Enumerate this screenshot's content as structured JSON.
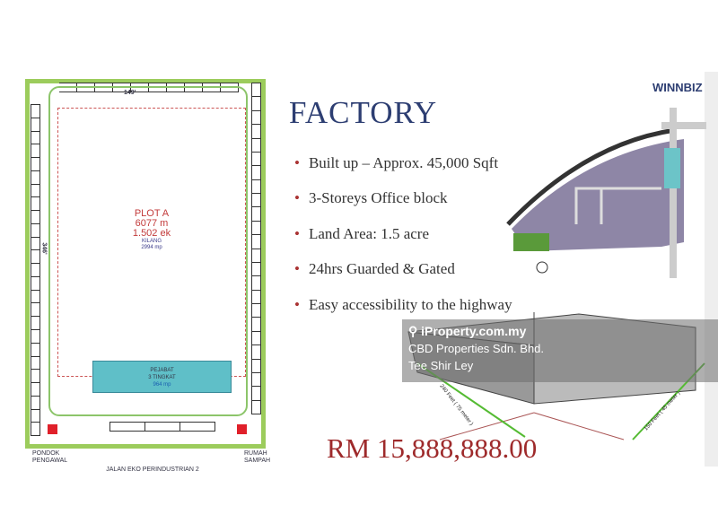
{
  "plan": {
    "plot_title": "PLOT A",
    "plot_area_m": "6077 m",
    "plot_area_ek": "1.502 ek",
    "kilang_label": "KILANG",
    "kilang_area": "2994 mp",
    "office_label": "PEJABAT",
    "office_floors": "3 TINGKAT",
    "office_area": "964 mp",
    "width_dim": "149'",
    "length_dim": "346'",
    "guardhouse": "PONDOK PENGAWAL",
    "refuse": "RUMAH SAMPAH",
    "road": "JALAN EKO PERINDUSTRIAN 2",
    "colors": {
      "border": "#9ccc5c",
      "office": "#5fbfc8",
      "gate": "#e0202a"
    }
  },
  "brand": "WINNBIZ",
  "title": "FACTORY",
  "bullets": [
    "Built up – Approx. 45,000 Sqft",
    "3-Storeys Office block",
    "Land Area: 1.5 acre",
    "24hrs Guarded & Gated",
    "Easy accessibility to the highway"
  ],
  "building": {
    "dim_left": "240 Feet ( 75 meter )",
    "dim_right": "150 Feet ( 45 meter )"
  },
  "price": "RM 15,888,888.00",
  "watermark": {
    "site": "iProperty.com.my",
    "agency": "CBD Properties Sdn. Bhd.",
    "agent": "Tee Shir Ley"
  }
}
